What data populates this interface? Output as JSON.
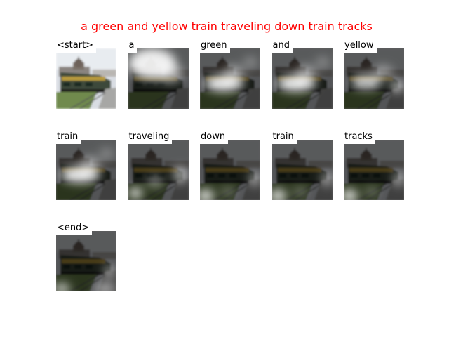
{
  "title": "a green and yellow train traveling down train tracks",
  "panels": [
    {
      "word": "<start>",
      "attention": "none"
    },
    {
      "word": "a",
      "attention": "sky"
    },
    {
      "word": "green",
      "attention": "train-body"
    },
    {
      "word": "and",
      "attention": "train-body"
    },
    {
      "word": "yellow",
      "attention": "train-right"
    },
    {
      "word": "train",
      "attention": "train-body"
    },
    {
      "word": "traveling",
      "attention": "scattered"
    },
    {
      "word": "down",
      "attention": "lower-left"
    },
    {
      "word": "train",
      "attention": "lower-left"
    },
    {
      "word": "tracks",
      "attention": "lower-left"
    },
    {
      "word": "<end>",
      "attention": "bottom"
    }
  ]
}
